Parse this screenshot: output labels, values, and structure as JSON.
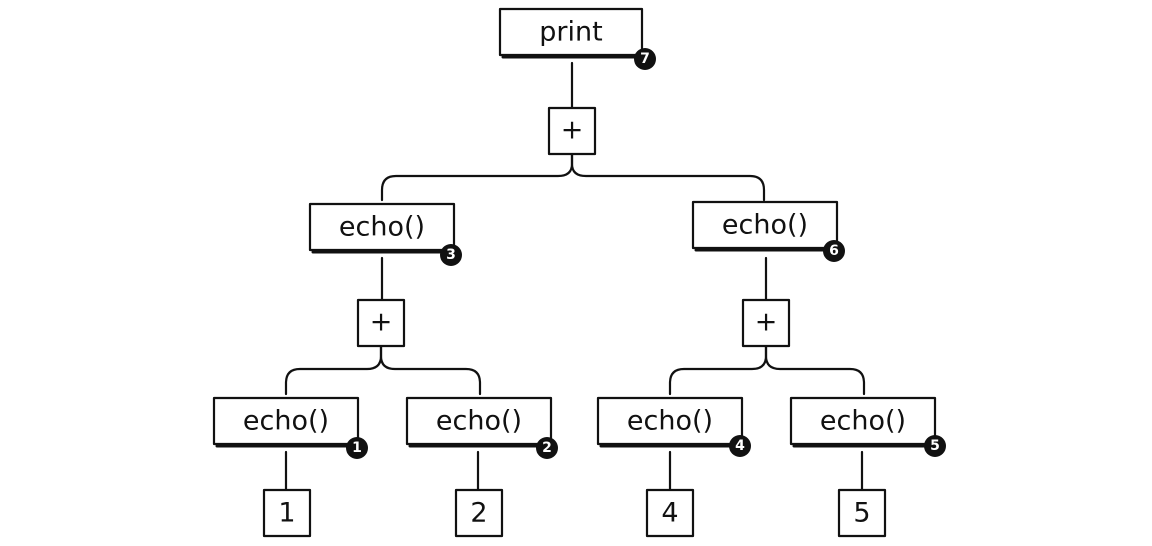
{
  "diagram": {
    "nodes": {
      "print": {
        "label": "print",
        "badge": "7"
      },
      "plus_root": {
        "label": "+"
      },
      "echo_left": {
        "label": "echo()",
        "badge": "3"
      },
      "echo_right": {
        "label": "echo()",
        "badge": "6"
      },
      "plus_left": {
        "label": "+"
      },
      "plus_right": {
        "label": "+"
      },
      "echo_1": {
        "label": "echo()",
        "badge": "1"
      },
      "echo_2": {
        "label": "echo()",
        "badge": "2"
      },
      "echo_4": {
        "label": "echo()",
        "badge": "4"
      },
      "echo_5": {
        "label": "echo()",
        "badge": "5"
      },
      "lit_1": {
        "label": "1"
      },
      "lit_2": {
        "label": "2"
      },
      "lit_4": {
        "label": "4"
      },
      "lit_5": {
        "label": "5"
      }
    },
    "colors": {
      "ink": "#111111",
      "paper": "#ffffff"
    }
  }
}
